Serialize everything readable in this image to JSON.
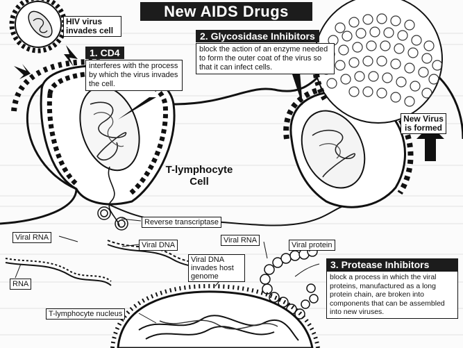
{
  "title": "New AIDS Drugs",
  "labels": {
    "hiv_invades": "HIV virus invades cell",
    "cell": "T-lymphocyte Cell",
    "reverse_transcriptase": "Reverse transcriptase",
    "viral_rna_left": "Viral RNA",
    "viral_dna": "Viral DNA",
    "viral_rna_right": "Viral RNA",
    "viral_protein": "Viral protein",
    "rna": "RNA",
    "viral_dna_invades": "Viral DNA invades host genome",
    "nucleus": "T-lymphocyte nucleus",
    "new_virus": "New Virus is formed"
  },
  "callouts": {
    "cd4": {
      "number": "1.",
      "name": "CD4",
      "text": "interferes with the process by which the virus invades the cell."
    },
    "glycosidase": {
      "number": "2.",
      "name": "Glycosidase Inhibitors",
      "text": "block the action of an enzyme needed to form the outer coat of the virus so that it can infect cells."
    },
    "protease": {
      "number": "3.",
      "name": "Protease Inhibitors",
      "text": "block a process in which the viral proteins, manufactured as a long protein chain, are broken into components that can be assembled into new viruses."
    }
  },
  "colors": {
    "ink": "#111111",
    "title_bg": "#1c1c1c",
    "background": "#fbfbfb"
  }
}
